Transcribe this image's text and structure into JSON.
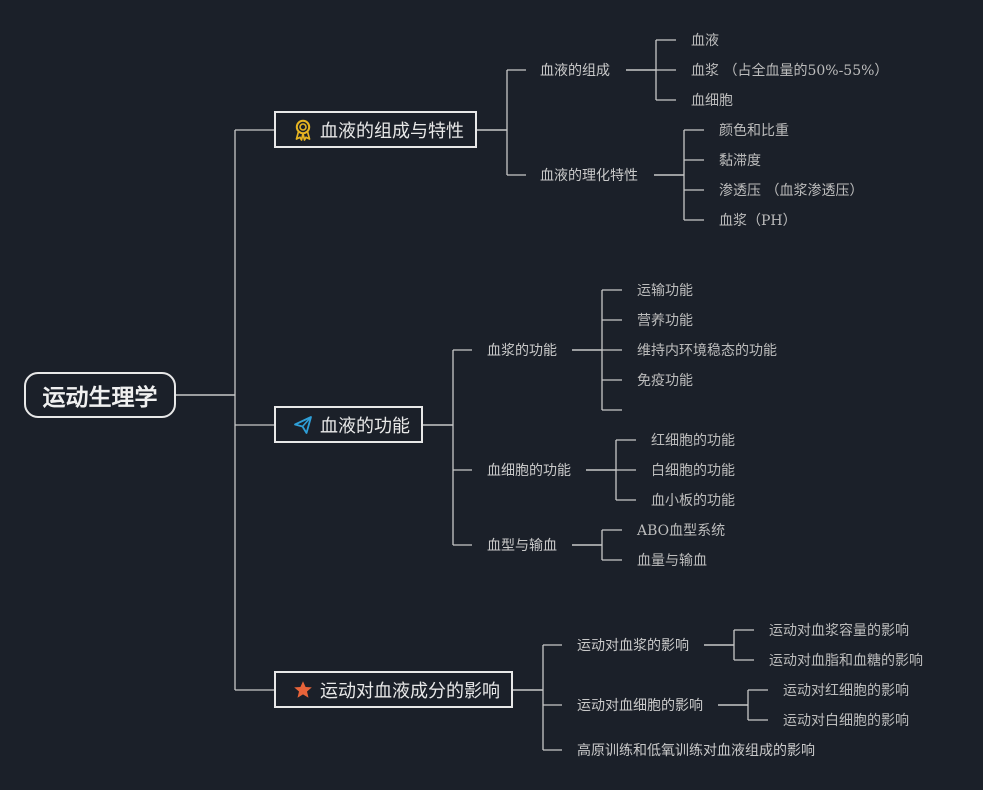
{
  "root": {
    "label": "运动生理学"
  },
  "branches": [
    {
      "label": "血液的组成与特性",
      "icon": "award-ribbon-icon",
      "icon_color": "#e6b422",
      "children": [
        {
          "label": "血液的组成",
          "children": [
            "血液",
            "血浆 （占全血量的50%-55%）",
            "血细胞"
          ]
        },
        {
          "label": "血液的理化特性",
          "children": [
            "颜色和比重",
            "黏滞度",
            "渗透压 （血浆渗透压）",
            "血浆（PH）"
          ]
        }
      ]
    },
    {
      "label": "血液的功能",
      "icon": "paper-plane-icon",
      "icon_color": "#2e9fd8",
      "children": [
        {
          "label": "血浆的功能",
          "children": [
            "运输功能",
            "营养功能",
            "维持内环境稳态的功能",
            "免疫功能",
            ""
          ]
        },
        {
          "label": "血细胞的功能",
          "children": [
            "红细胞的功能",
            "白细胞的功能",
            "血小板的功能"
          ]
        },
        {
          "label": "血型与输血",
          "children": [
            "ABO血型系统",
            "血量与输血"
          ]
        }
      ]
    },
    {
      "label": "运动对血液成分的影响",
      "icon": "star-icon",
      "icon_color": "#e8643a",
      "children": [
        {
          "label": "运动对血浆的影响",
          "children": [
            "运动对血浆容量的影响",
            "运动对血脂和血糖的影响"
          ]
        },
        {
          "label": "运动对血细胞的影响",
          "children": [
            "运动对红细胞的影响",
            "运动对白细胞的影响"
          ]
        },
        {
          "label": "高原训练和低氧训练对血液组成的影响",
          "children": []
        }
      ]
    }
  ],
  "colors": {
    "background": "#1b2029",
    "line": "#c8c8c8",
    "node_border": "#e8e8e8"
  }
}
